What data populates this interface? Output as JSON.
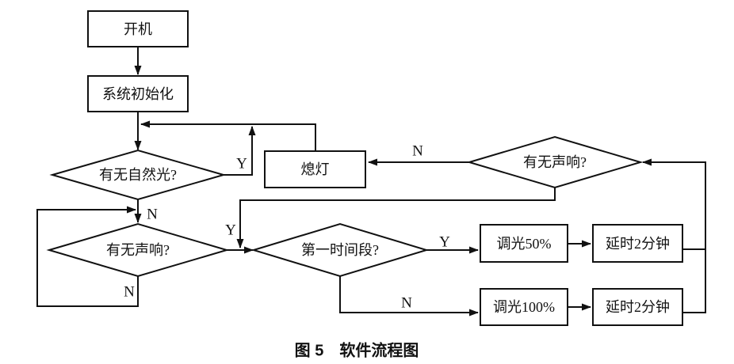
{
  "figure": {
    "caption": "图 5　软件流程图"
  },
  "nodes": {
    "power_on": {
      "label": "开机",
      "type": "process"
    },
    "init": {
      "label": "系统初始化",
      "type": "process"
    },
    "natural_light": {
      "label": "有无自然光?",
      "type": "decision"
    },
    "sound_left": {
      "label": "有无声响?",
      "type": "decision"
    },
    "first_period": {
      "label": "第一时间段?",
      "type": "decision"
    },
    "sound_right": {
      "label": "有无声响?",
      "type": "decision"
    },
    "light_off": {
      "label": "熄灯",
      "type": "process"
    },
    "dim_50": {
      "label": "调光50%",
      "type": "process"
    },
    "delay_top": {
      "label": "延时2分钟",
      "type": "process"
    },
    "dim_100": {
      "label": "调光100%",
      "type": "process"
    },
    "delay_bottom": {
      "label": "延时2分钟",
      "type": "process"
    }
  },
  "edge_labels": {
    "natural_light_yes": "Y",
    "natural_light_no": "N",
    "sound_left_yes": "Y",
    "sound_left_no": "N",
    "first_period_yes": "Y",
    "first_period_no": "N",
    "sound_right_no": "N"
  },
  "colors": {
    "ink": "#111111",
    "background": "#ffffff"
  }
}
